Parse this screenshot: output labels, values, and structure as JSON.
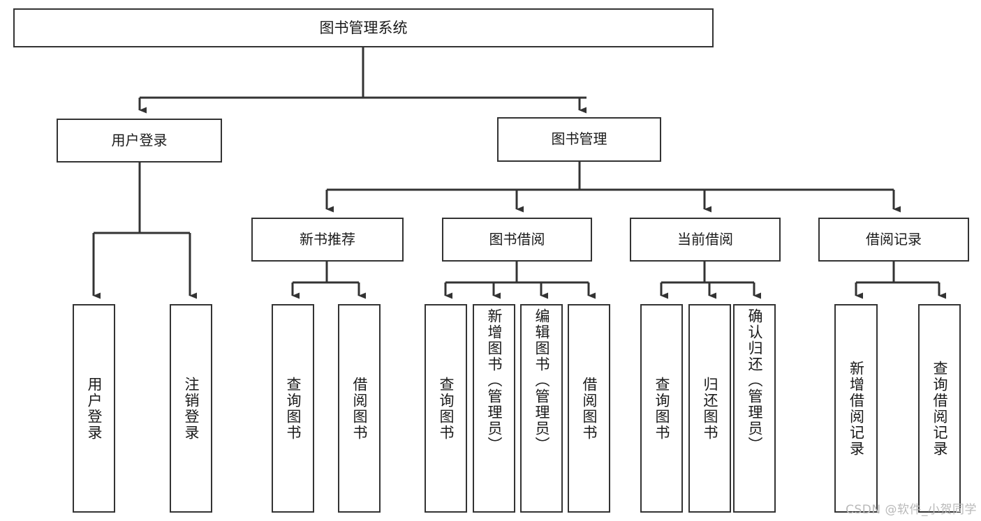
{
  "diagram": {
    "title": "图书管理系统",
    "type": "tree-hierarchy",
    "watermark": "CSDN @软件_小贺同学",
    "colors": {
      "stroke": "#333333",
      "box_fill": "#ffffff",
      "text": "#1a1a1a",
      "background": "#ffffff",
      "watermark": "#b9b9b9"
    },
    "nodes": {
      "root": {
        "label": "图书管理系统"
      },
      "level2": [
        {
          "label": "用户登录"
        },
        {
          "label": "图书管理"
        }
      ],
      "level3": [
        {
          "label": "新书推荐"
        },
        {
          "label": "图书借阅"
        },
        {
          "label": "当前借阅"
        },
        {
          "label": "借阅记录"
        }
      ],
      "leaves": {
        "user_login": [
          {
            "label": "用户登录"
          },
          {
            "label": "注销登录"
          }
        ],
        "new_book_recommend": [
          {
            "label": "查询图书"
          },
          {
            "label": "借阅图书"
          }
        ],
        "book_borrow": [
          {
            "label": "查询图书"
          },
          {
            "label": "新增图书（管理员）"
          },
          {
            "label": "编辑图书（管理员）"
          },
          {
            "label": "借阅图书"
          }
        ],
        "current_borrow": [
          {
            "label": "查询图书"
          },
          {
            "label": "归还图书"
          },
          {
            "label": "确认归还（管理员）"
          }
        ],
        "borrow_record": [
          {
            "label": "新增借阅记录"
          },
          {
            "label": "查询借阅记录"
          }
        ]
      }
    }
  }
}
